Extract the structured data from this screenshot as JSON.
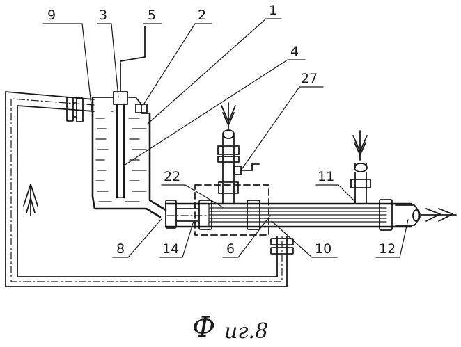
{
  "figure": {
    "caption": "Фиг.8",
    "caption_big": "Ф",
    "caption_rest": "иг.8"
  },
  "callouts": {
    "c1": "1",
    "c2": "2",
    "c3": "3",
    "c4": "4",
    "c5": "5",
    "c6": "6",
    "c8": "8",
    "c9": "9",
    "c10": "10",
    "c11": "11",
    "c12": "12",
    "c14": "14",
    "c22": "22",
    "c27": "27"
  },
  "colors": {
    "ink": "#1a1a1a",
    "paper": "#ffffff"
  }
}
